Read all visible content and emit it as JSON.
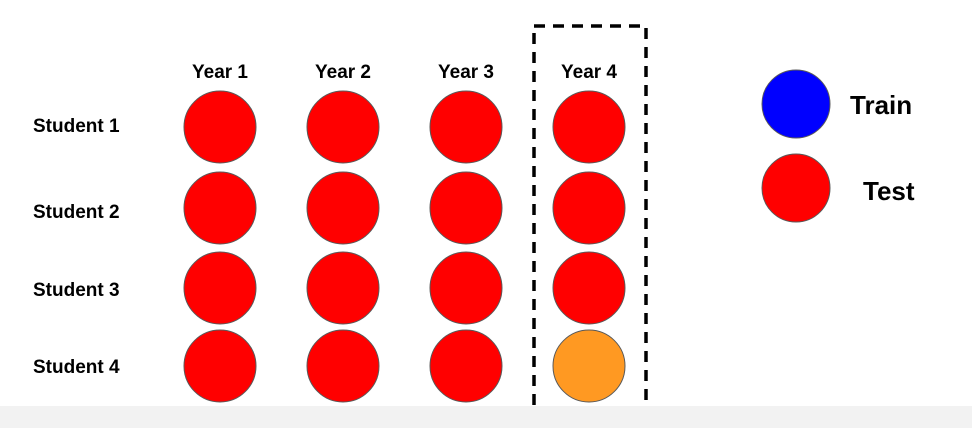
{
  "columns": [
    "Year 1",
    "Year 2",
    "Year 3",
    "Year 4"
  ],
  "rows": [
    "Student 1",
    "Student 2",
    "Student 3",
    "Student 4"
  ],
  "grid": [
    [
      "test",
      "test",
      "test",
      "test"
    ],
    [
      "test",
      "test",
      "test",
      "test"
    ],
    [
      "test",
      "test",
      "test",
      "test"
    ],
    [
      "test",
      "test",
      "test",
      "highlight"
    ]
  ],
  "highlighted_column": "Year 4",
  "legend": [
    {
      "label": "Train",
      "key": "train",
      "color": "#0000ff"
    },
    {
      "label": "Test",
      "key": "test",
      "color": "#ff0000"
    }
  ],
  "colors": {
    "train": "#0000ff",
    "test": "#ff0000",
    "highlight": "#ff9922",
    "stroke": "#595959",
    "box": "#000000"
  }
}
